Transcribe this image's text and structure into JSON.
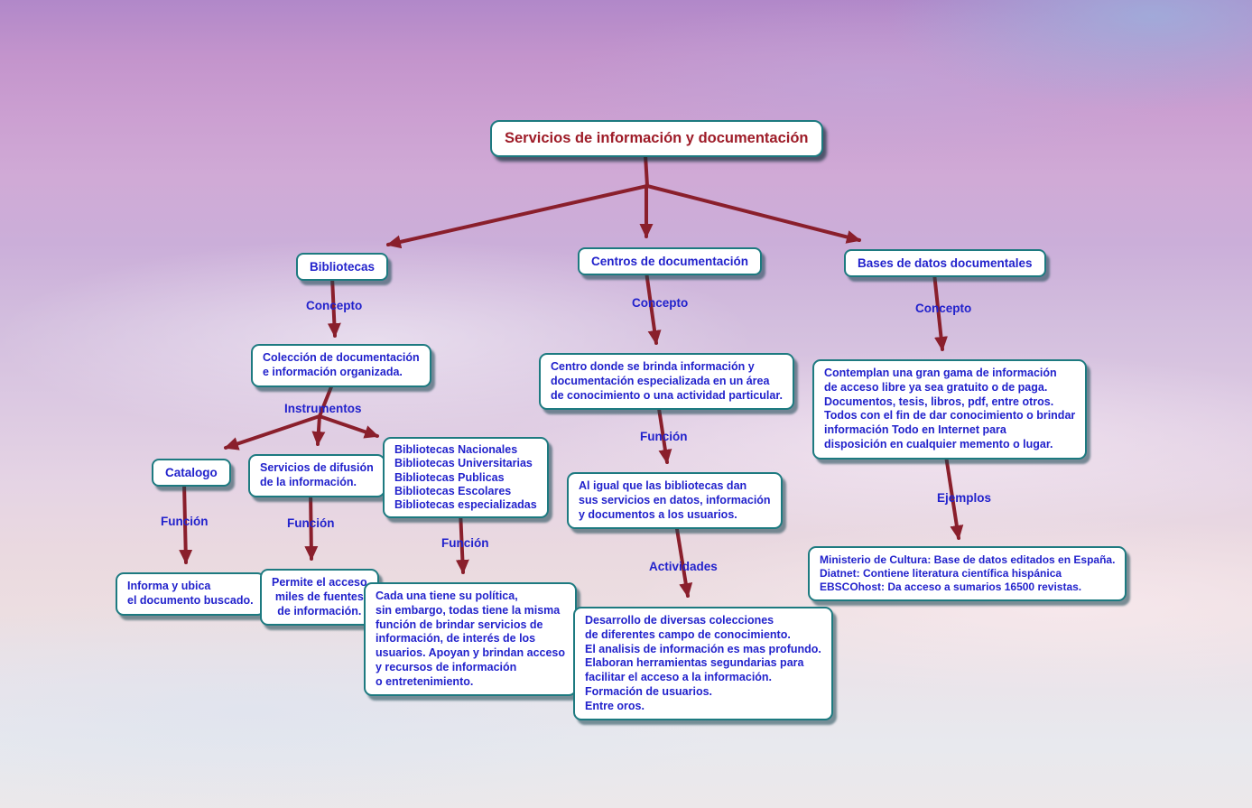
{
  "title": "Servicios de información y documentación",
  "labels": {
    "concepto": "Concepto",
    "instrumentos": "Instrumentos",
    "funcion": "Función",
    "actividades": "Actividades",
    "ejemplos": "Ejemplos"
  },
  "nodes": {
    "bibliotecas": "Bibliotecas",
    "bibliotecas_concepto": "Colección de documentación\ne información organizada.",
    "catalogo": "Catalogo",
    "catalogo_funcion": "Informa y ubica\nel documento buscado.",
    "difusion": "Servicios de difusión\nde la información.",
    "difusion_funcion": "Permite el acceso\nmiles de fuentes\nde información.",
    "tipos_bibliotecas": "Bibliotecas Nacionales\nBibliotecas Universitarias\nBibliotecas Publicas\nBibliotecas Escolares\nBibliotecas especializadas",
    "tipos_funcion": "Cada una tiene su política,\nsin embargo, todas tiene la misma\nfunción de brindar servicios de\ninformación, de interés de los\nusuarios. Apoyan y brindan acceso\ny recursos de información\no entretenimiento.",
    "centros": "Centros de documentación",
    "centros_concepto": "Centro donde se brinda información y\ndocumentación especializada en un área\nde conocimiento o una actividad particular.",
    "centros_funcion": "Al igual que las bibliotecas dan\nsus servicios en datos, información\ny documentos a los usuarios.",
    "centros_actividades": "Desarrollo de diversas colecciones\nde diferentes campo de conocimiento.\nEl analisis de información es mas profundo.\nElaboran herramientas segundarias para\nfacilitar el acceso a la información.\nFormación de usuarios.\nEntre oros.",
    "bases": "Bases de datos documentales",
    "bases_concepto": "Contemplan una gran gama de información\nde acceso libre ya sea gratuito o de paga.\nDocumentos, tesis, libros, pdf, entre otros.\nTodos con el fin de dar conocimiento o brindar\ninformación Todo en Internet para\ndisposición en cualquier memento o lugar.",
    "bases_ejemplos": "Ministerio de Cultura: Base de datos editados en España.\nDiatnet: Contiene literatura científica hispánica\nEBSCOhost: Da acceso a sumarios 16500 revistas."
  },
  "colors": {
    "arrow": "#8a1f2c",
    "box_border": "#1d7a80",
    "node_text": "#2222cc",
    "title_text": "#9e1c28"
  }
}
